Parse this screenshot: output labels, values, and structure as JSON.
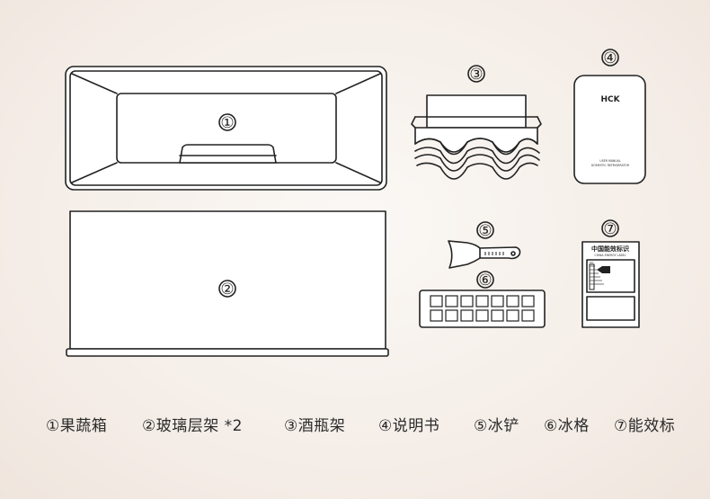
{
  "markers": {
    "crisper": "①",
    "shelf": "②",
    "wine_rack": "③",
    "manual": "④",
    "ice_shovel": "⑤",
    "ice_tray": "⑥",
    "energy_label": "⑦"
  },
  "manual": {
    "brand": "HCK",
    "line1": "USER MANUAL",
    "line2": "DOMESTIC REFRIGERATOR"
  },
  "energy_label": {
    "title": "中国能效标识",
    "subtitle": "CHINA ENERGY LABEL"
  },
  "captions": [
    "①果蔬箱",
    "②玻璃层架 *2",
    "③酒瓶架",
    "④说明书",
    "⑤冰铲",
    "⑥冰格",
    "⑦能效标"
  ]
}
